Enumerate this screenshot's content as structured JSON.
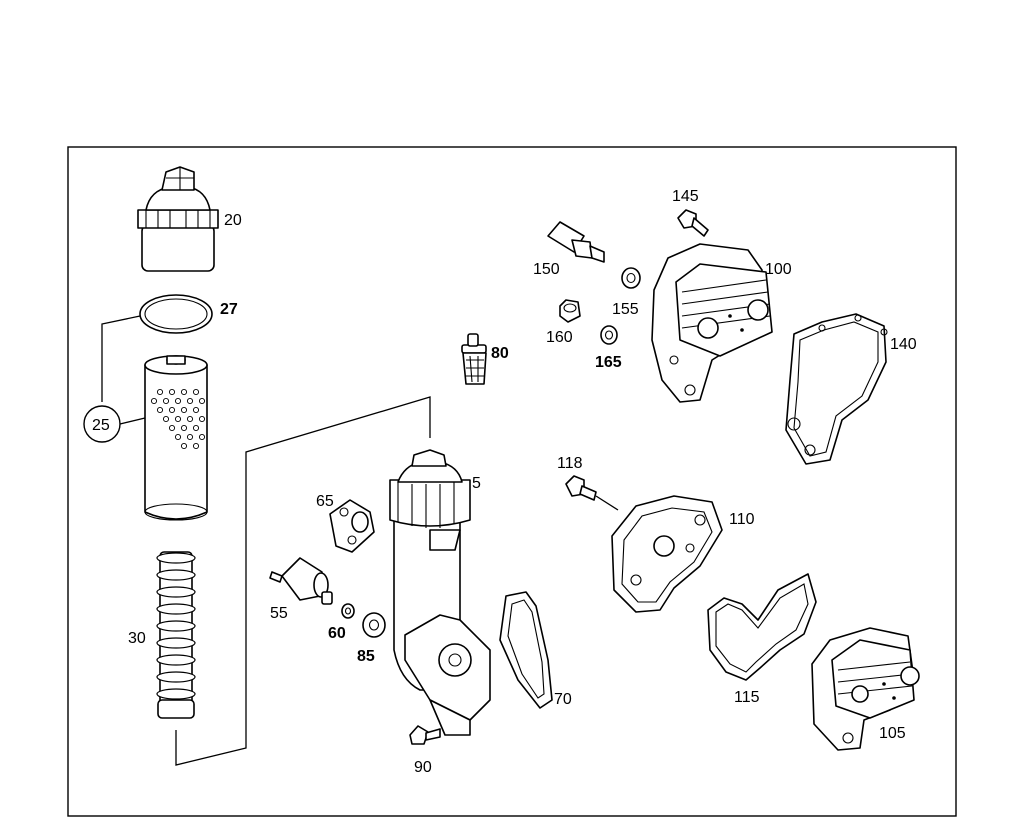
{
  "diagram": {
    "labels": {
      "p20": "20",
      "p27": "27",
      "p25": "25",
      "p30": "30",
      "p5": "5",
      "p65": "65",
      "p55": "55",
      "p60": "60",
      "p85": "85",
      "p90": "90",
      "p70": "70",
      "p80": "80",
      "p145": "145",
      "p150": "150",
      "p155": "155",
      "p160": "160",
      "p165": "165",
      "p100": "100",
      "p140": "140",
      "p118": "118",
      "p110": "110",
      "p115": "115",
      "p105": "105"
    }
  }
}
